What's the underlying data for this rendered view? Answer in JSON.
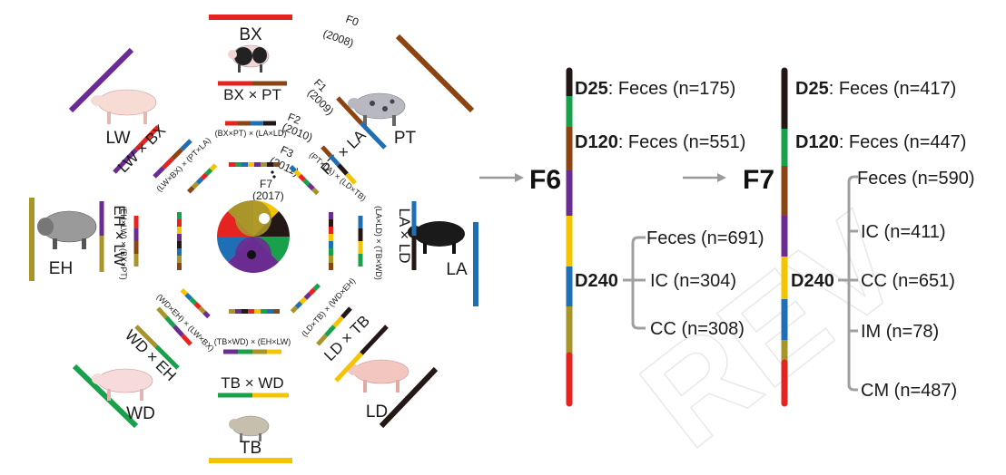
{
  "colors": {
    "BX": "#e52421",
    "PT": "#8b4513",
    "LA": "#1f6fb5",
    "LD": "#231815",
    "TB": "#f5c400",
    "WD": "#19a04b",
    "EH": "#a8952a",
    "LW": "#6a2c91",
    "arrow": "#9a9a9a",
    "bracket": "#a0a0a0"
  },
  "breeds": {
    "BX": "BX",
    "PT": "PT",
    "LA": "LA",
    "LD": "LD",
    "TB": "TB",
    "WD": "WD",
    "EH": "EH",
    "LW": "LW"
  },
  "first_crosses": {
    "BX_PT": "BX × PT",
    "PT_LA": "PT × LA",
    "LA_LD": "LA × LD",
    "LD_TB": "LD × TB",
    "TB_WD": "TB × WD",
    "WD_EH": "WD × EH",
    "EH_LW": "EH × LW",
    "LW_BX": "LW × BX"
  },
  "second_crosses": {
    "top": "(BX×PT) × (LA×LD)",
    "top_right": "(PT×LA) × (LD×TB)",
    "right": "(LA×LD) × (TB×WD)",
    "bottom_right": "(LD×TB) × (WD×EH)",
    "bottom": "(TB×WD) × (EH×LW)",
    "bottom_left": "(WD×EH) × (LW×BX)",
    "left": "(EH×LW) × (BX×PT)",
    "top_left": "(LW×BX) × (PT×LA)"
  },
  "generations": {
    "F0": "F0",
    "F0_year": "(2008)",
    "F1": "F1",
    "F1_year": "(2009)",
    "F2": "F2",
    "F2_year": "(2010)",
    "F3": "F3",
    "F3_year": "(2011)",
    "F7": "F7",
    "F7_year": "(2017)"
  },
  "f6": {
    "title": "F6",
    "d25_label": "D25",
    "d25_text": ": Feces (n=175)",
    "d120_label": "D120",
    "d120_text": ": Feces (n=551)",
    "d240_label": "D240",
    "d240_items": [
      "Feces (n=691)",
      "IC (n=304)",
      "CC (n=308)"
    ]
  },
  "f7": {
    "title": "F7",
    "d25_label": "D25",
    "d25_text": ": Feces (n=417)",
    "d120_label": "D120",
    "d120_text": ": Feces (n=447)",
    "d240_label": "D240",
    "d240_items": [
      "Feces (n=590)",
      "IC (n=411)",
      "CC (n=651)",
      "IM (n=78)",
      "CM (n=487)"
    ]
  },
  "watermark": "REV"
}
